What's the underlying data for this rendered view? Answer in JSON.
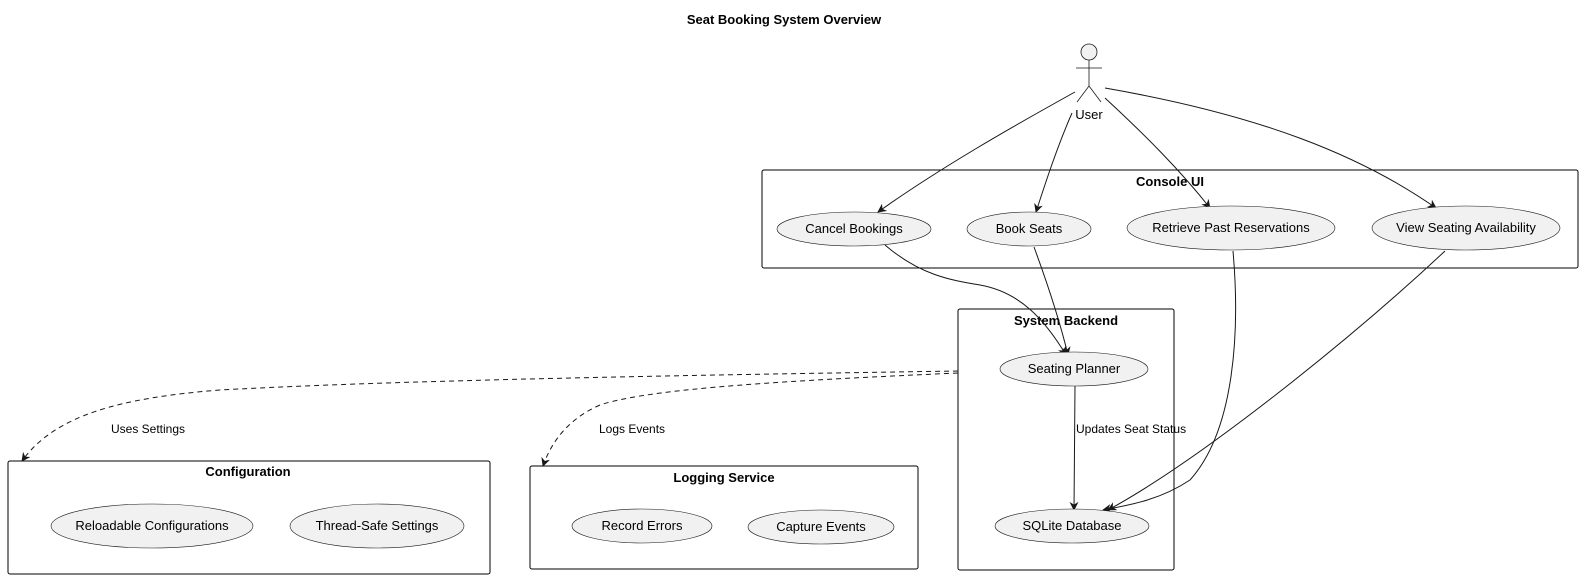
{
  "title": "Seat Booking System Overview",
  "actor": {
    "name": "User"
  },
  "packages": {
    "console_ui": {
      "label": "Console UI",
      "use_cases": {
        "cancel": "Cancel Bookings",
        "book": "Book Seats",
        "retrieve": "Retrieve Past Reservations",
        "view": "View Seating Availability"
      }
    },
    "system_backend": {
      "label": "System Backend",
      "use_cases": {
        "planner": "Seating Planner",
        "database": "SQLite Database"
      }
    },
    "configuration": {
      "label": "Configuration",
      "use_cases": {
        "reloadable": "Reloadable Configurations",
        "thread_safe": "Thread-Safe Settings"
      }
    },
    "logging_service": {
      "label": "Logging Service",
      "use_cases": {
        "record_errors": "Record Errors",
        "capture_events": "Capture Events"
      }
    }
  },
  "edge_labels": {
    "uses_settings": "Uses Settings",
    "logs_events": "Logs Events",
    "updates_seat_status": "Updates Seat Status"
  }
}
